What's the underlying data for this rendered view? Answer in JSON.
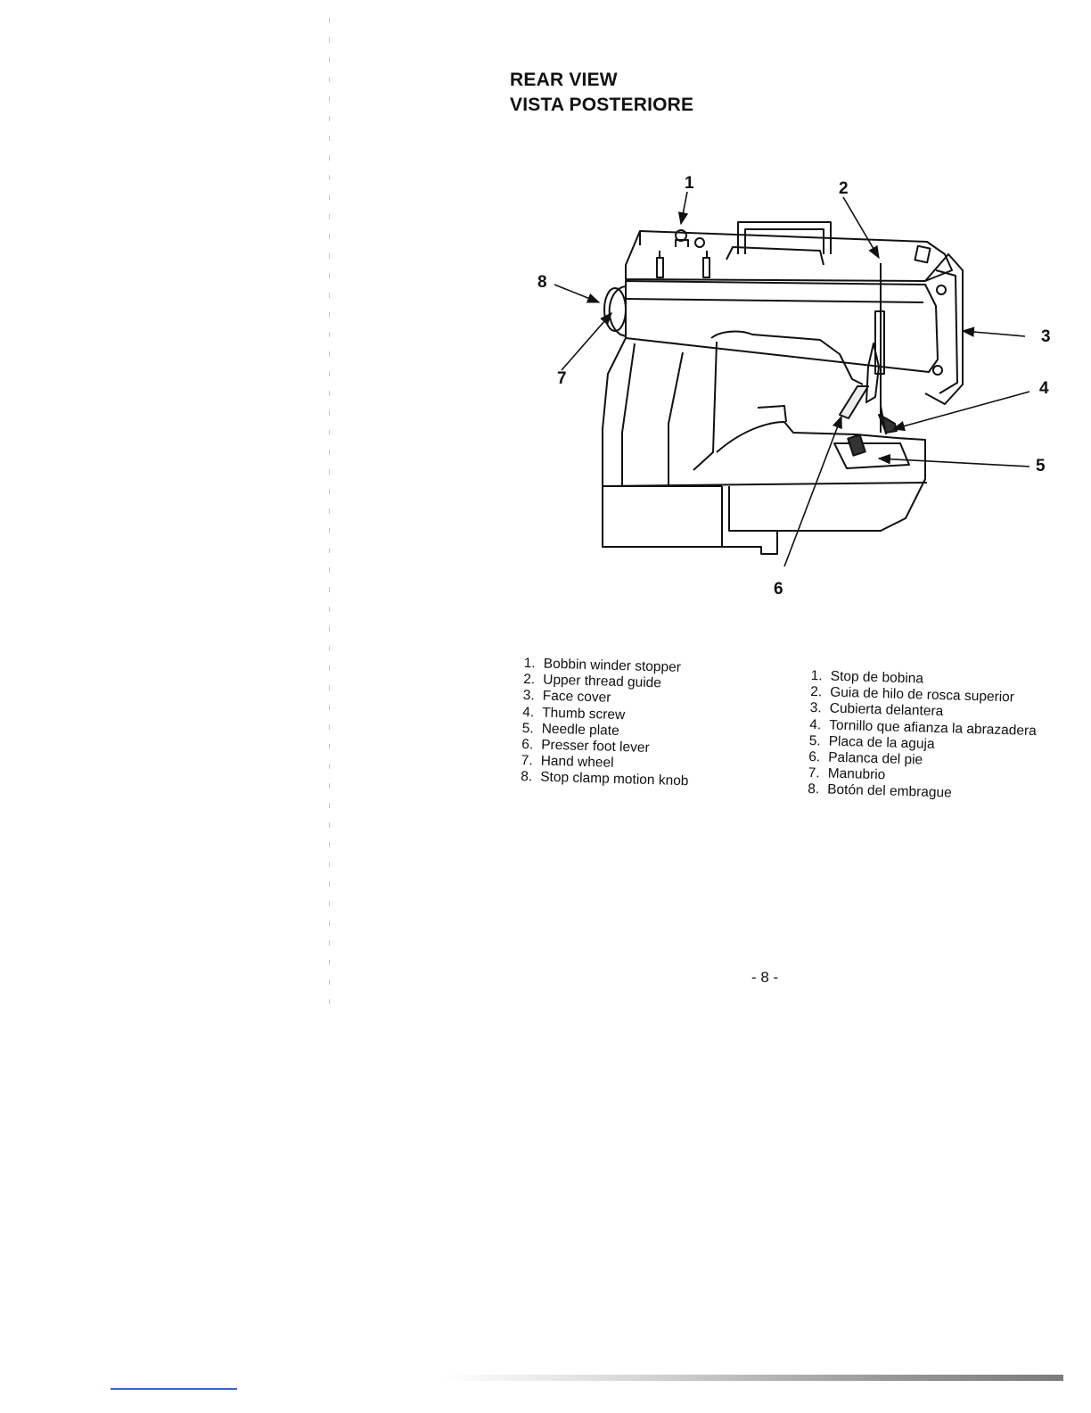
{
  "title": {
    "line1": "REAR VIEW",
    "line2": "VISTA POSTERIORE"
  },
  "diagram": {
    "callouts": [
      "1",
      "2",
      "3",
      "4",
      "5",
      "6",
      "7",
      "8"
    ]
  },
  "legend_en": [
    {
      "num": "1.",
      "text": "Bobbin winder stopper"
    },
    {
      "num": "2.",
      "text": "Upper thread guide"
    },
    {
      "num": "3.",
      "text": "Face cover"
    },
    {
      "num": "4.",
      "text": "Thumb screw"
    },
    {
      "num": "5.",
      "text": "Needle plate"
    },
    {
      "num": "6.",
      "text": "Presser foot lever"
    },
    {
      "num": "7.",
      "text": "Hand wheel"
    },
    {
      "num": "8.",
      "text": "Stop clamp motion knob"
    }
  ],
  "legend_es": [
    {
      "num": "1.",
      "text": "Stop de bobina"
    },
    {
      "num": "2.",
      "text": "Guia de hilo de rosca superior"
    },
    {
      "num": "3.",
      "text": "Cubierta delantera"
    },
    {
      "num": "4.",
      "text": "Tornillo que afianza la abrazadera"
    },
    {
      "num": "5.",
      "text": "Placa de la aguja"
    },
    {
      "num": "6.",
      "text": "Palanca del pie"
    },
    {
      "num": "7.",
      "text": "Manubrio"
    },
    {
      "num": "8.",
      "text": "Botón del embrague"
    }
  ],
  "page_number": "- 8 -"
}
